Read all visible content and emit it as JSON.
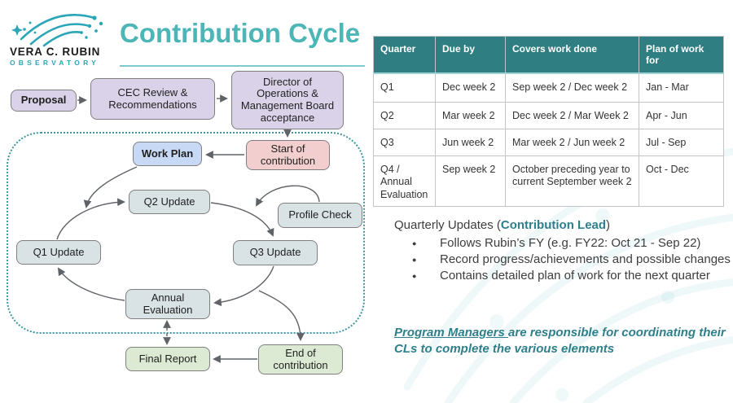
{
  "logo": {
    "name_line1": "VERA C. RUBIN",
    "name_line2": "OBSERVATORY"
  },
  "header": {
    "title": "Contribution Cycle"
  },
  "flowchart": {
    "proposal": "Proposal",
    "cec_review": "CEC Review & Recommendations",
    "director": "Director of Operations & Management Board acceptance",
    "start_of_contribution": "Start of contribution",
    "work_plan": "Work Plan",
    "q1_update": "Q1 Update",
    "q2_update": "Q2 Update",
    "q3_update": "Q3 Update",
    "profile_check": "Profile Check",
    "annual_evaluation": "Annual Evaluation",
    "final_report": "Final Report",
    "end_of_contribution": "End of contribution"
  },
  "table": {
    "headers": [
      "Quarter",
      "Due by",
      "Covers work done",
      "Plan of work for"
    ],
    "rows": [
      [
        "Q1",
        "Dec week 2",
        "Sep week 2 / Dec week 2",
        "Jan - Mar"
      ],
      [
        "Q2",
        "Mar week 2",
        "Dec week 2 / Mar Week 2",
        "Apr - Jun"
      ],
      [
        "Q3",
        "Jun week 2",
        "Mar week 2 / Jun week 2",
        "Jul - Sep"
      ],
      [
        "Q4 / Annual Evaluation",
        "Sep week 2",
        "October preceding year to current September week 2",
        "Oct - Dec"
      ]
    ]
  },
  "notes": {
    "heading_prefix": "Quarterly Updates (",
    "heading_highlight": "Contribution Lead",
    "heading_suffix": ")",
    "bullet_glyph": "●",
    "bullets": [
      "Follows Rubin’s FY (e.g. FY22: Oct 21 - Sep 22)",
      "Record progress/achievements and possible changes",
      "Contains detailed plan of work for the next quarter"
    ]
  },
  "footer": {
    "underlined": "Program Managers ",
    "rest": "are responsible for coordinating their CLs to complete the various elements"
  },
  "colors": {
    "accent_teal": "#4cb5b6",
    "table_header_bg": "#2f7e82",
    "note_teal": "#2e7f8c",
    "box_purple": "#d9d2e9",
    "box_blue": "#c7d9f5",
    "box_pink": "#f2cfce",
    "box_gray": "#d9e2e5",
    "box_green": "#dcead3",
    "dotted_border": "#3d96a0",
    "arrow": "#5f6368"
  }
}
